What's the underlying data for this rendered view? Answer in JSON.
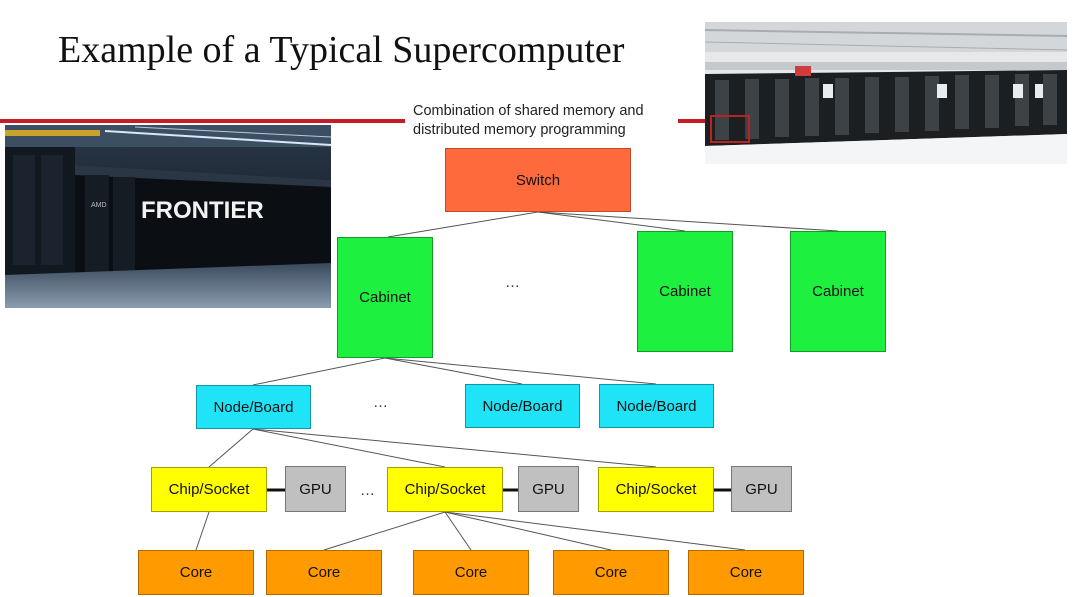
{
  "title": "Example of a Typical Supercomputer",
  "subtitle": [
    "Combination of shared memory and",
    "distributed memory programming"
  ],
  "diagram": {
    "switch": "Switch",
    "cabinets": [
      "Cabinet",
      "Cabinet",
      "Cabinet"
    ],
    "nodes": [
      "Node/Board",
      "Node/Board",
      "Node/Board"
    ],
    "chips": [
      "Chip/Socket",
      "Chip/Socket",
      "Chip/Socket"
    ],
    "gpus": [
      "GPU",
      "GPU",
      "GPU"
    ],
    "cores": [
      "Core",
      "Core",
      "Core",
      "Core",
      "Core"
    ],
    "ellipsis": "…"
  },
  "photos": {
    "left_logo_text": "FRONTIER",
    "left_badge_text": "AMD"
  },
  "colors": {
    "accent_red": "#c41e24",
    "switch": "#fe6a3c",
    "cabinet": "#1ef03f",
    "node": "#1fe4f7",
    "chip": "#ffff00",
    "gpu": "#c0c0c0",
    "core": "#ff9a00"
  }
}
